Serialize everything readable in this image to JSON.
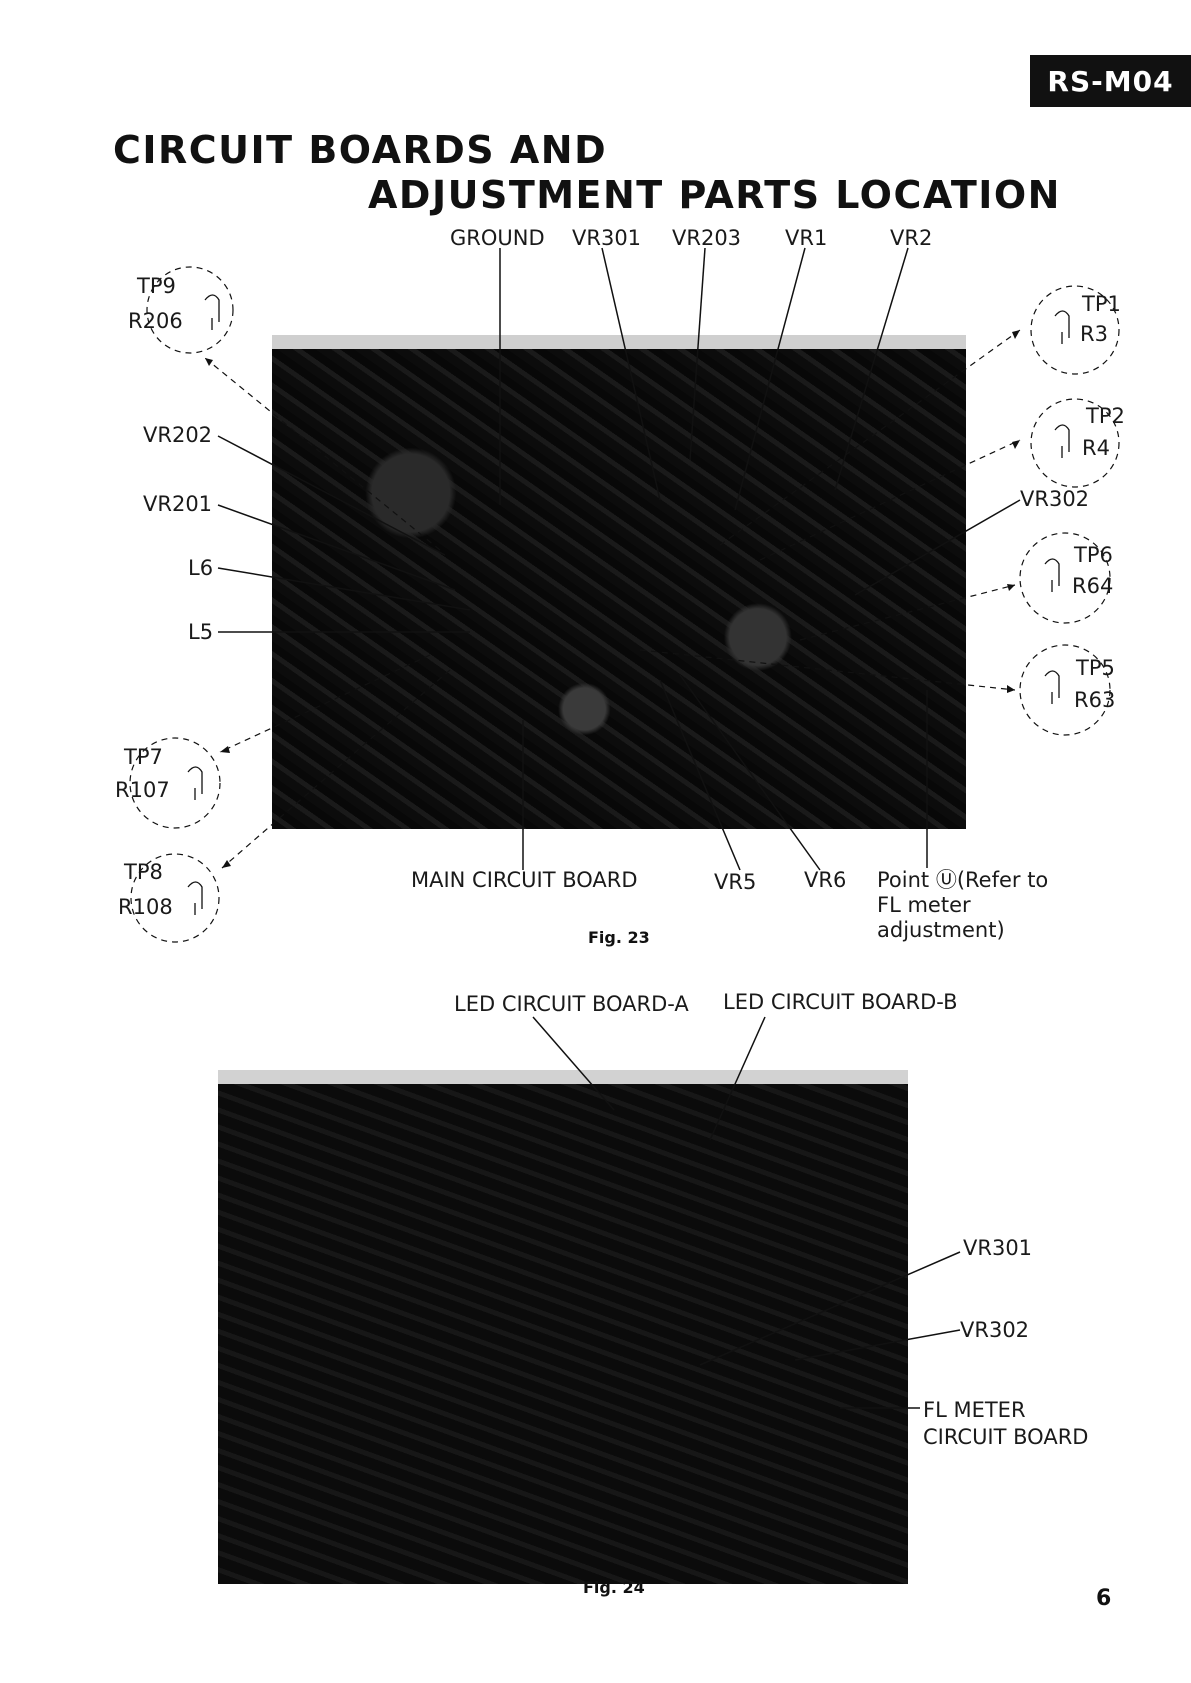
{
  "header": {
    "model": "RS-M04",
    "title_line1": "CIRCUIT BOARDS AND",
    "title_line2": "ADJUSTMENT PARTS LOCATION"
  },
  "fig23": {
    "caption": "Fig. 23",
    "top_labels": [
      "GROUND",
      "VR301",
      "VR203",
      "VR1",
      "VR2"
    ],
    "left_labels": [
      "VR202",
      "VR201",
      "L6",
      "L5"
    ],
    "right_labels": [
      "VR302"
    ],
    "bottom_labels": [
      "MAIN CIRCUIT BOARD",
      "VR5",
      "VR6"
    ],
    "point_note": [
      "Point Ⓤ(Refer to",
      "FL meter",
      "adjustment)"
    ],
    "test_points": [
      {
        "tp": "TP9",
        "r": "R206"
      },
      {
        "tp": "TP1",
        "r": "R3"
      },
      {
        "tp": "TP2",
        "r": "R4"
      },
      {
        "tp": "TP6",
        "r": "R64"
      },
      {
        "tp": "TP5",
        "r": "R63"
      },
      {
        "tp": "TP7",
        "r": "R107"
      },
      {
        "tp": "TP8",
        "r": "R108"
      }
    ]
  },
  "fig24": {
    "caption": "Fig. 24",
    "top_labels": [
      "LED CIRCUIT BOARD-A",
      "LED CIRCUIT BOARD-B"
    ],
    "right_labels": [
      "VR301",
      "VR302"
    ],
    "fl_board": [
      "FL METER",
      "CIRCUIT BOARD"
    ]
  },
  "page_number": "6"
}
